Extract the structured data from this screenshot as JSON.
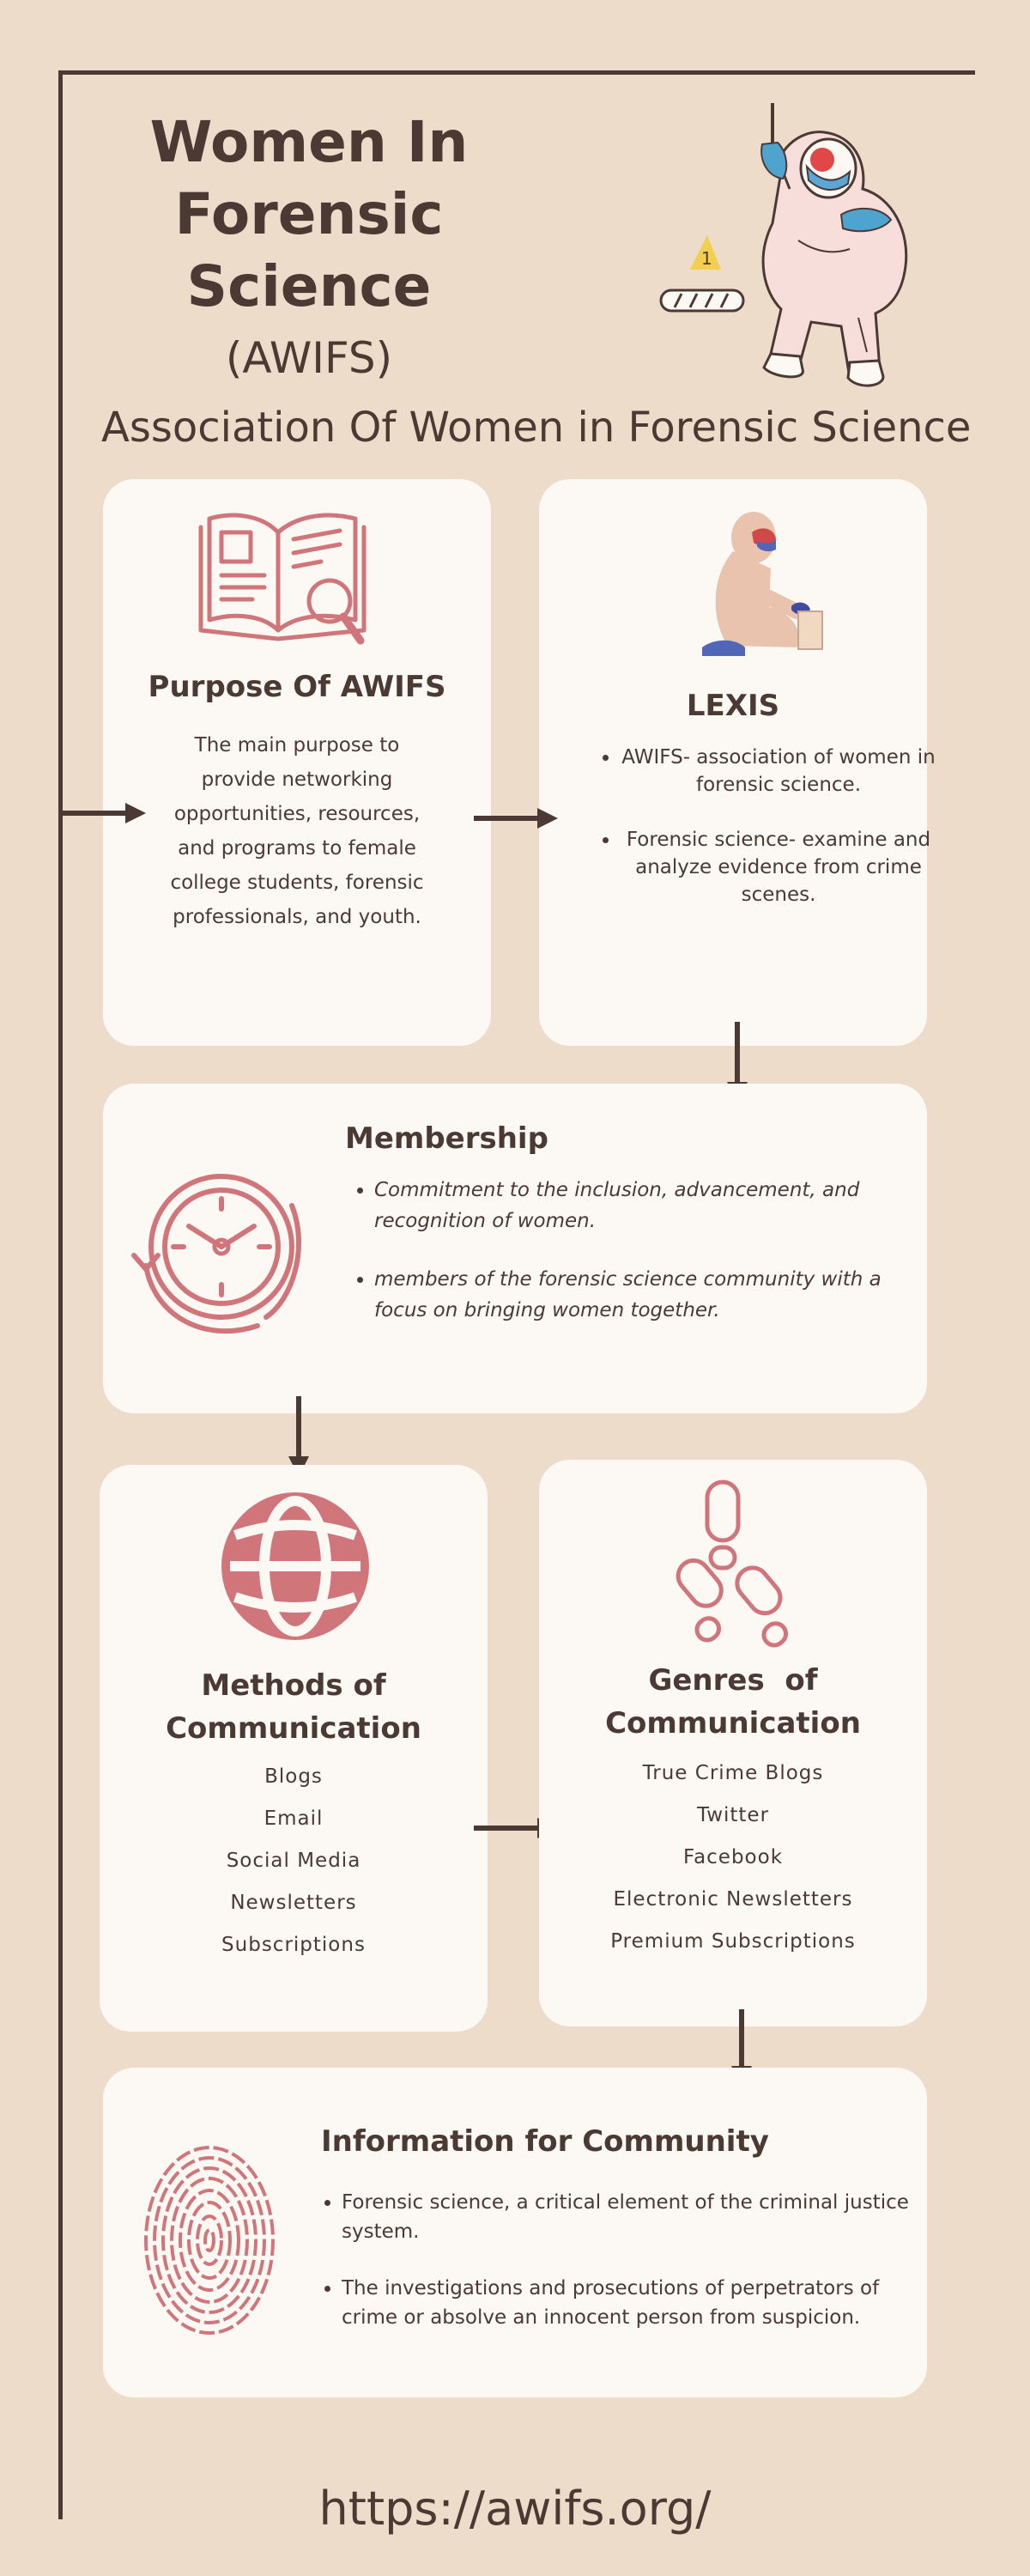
{
  "header": {
    "title_line1": "Women In",
    "title_line2": "Forensic",
    "title_line3": "Science",
    "abbreviation": "(AWIFS)",
    "full_name": "Association Of Women in Forensic Science"
  },
  "purpose": {
    "title": "Purpose Of AWIFS",
    "text": "The main purpose  to provide networking opportunities, resources, and programs to female college students, forensic professionals, and youth."
  },
  "lexis": {
    "title": "LEXIS",
    "items": [
      "AWIFS- association of women in forensic science.",
      "Forensic science- examine and analyze evidence from crime scenes."
    ]
  },
  "membership": {
    "title": "Membership",
    "items": [
      "Commitment to the inclusion, advancement, and recognition of women.",
      "members of the forensic science community with a focus on bringing women together."
    ]
  },
  "methods": {
    "title_line1": "Methods of",
    "title_line2": "Communication",
    "items": [
      "Blogs",
      "Email",
      "Social Media",
      "Newsletters",
      "Subscriptions"
    ]
  },
  "genres": {
    "title_line1": "Genres  of",
    "title_line2": "Communication",
    "items": [
      "True Crime Blogs",
      "Twitter",
      "Facebook",
      "Electronic Newsletters",
      "Premium Subscriptions"
    ]
  },
  "community": {
    "title": "Information for Community",
    "items": [
      "Forensic science, a critical element of the criminal justice system.",
      "The investigations and prosecutions of perpetrators of crime or absolve an innocent person from suspicion."
    ]
  },
  "footer": {
    "url": "https://awifs.org/"
  },
  "colors": {
    "background": "#eedccb",
    "card": "#fcf8f4",
    "text_dark": "#4a3a33",
    "accent_pink": "#d0767a",
    "connector": "#4a3a33"
  },
  "icons": {
    "evidence_marker": "1"
  }
}
